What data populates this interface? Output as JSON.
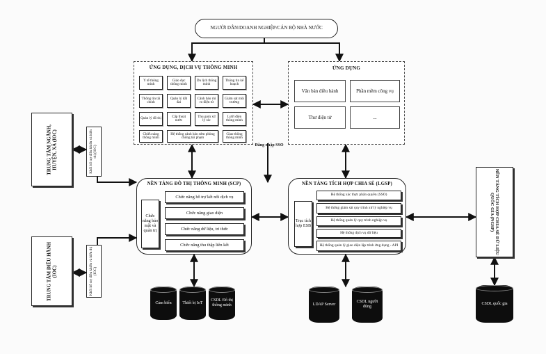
{
  "top_actor": "NGƯỜI DÂN/DOANH NGHIỆP/CÁN BỘ NHÀ NƯỚC",
  "smart_apps": {
    "title": "ỨNG DỤNG, DỊCH VỤ THÔNG MINH",
    "items": [
      "Y tế thông minh",
      "Giáo dục thông minh",
      "Du lịch thông minh",
      "Thông tin kế hoạch",
      "Thông tin tài chính",
      "Quản lý đất đai",
      "Cảnh báo rủi ro điện tử",
      "Giám sát môi trường",
      "Quản lý đô thị",
      "Cấp thoát nước",
      "Thu gom xử lý rác",
      "Lưới điện thông minh",
      "Chiếu sáng thông minh",
      "Hệ thống cảnh báo sớm phòng chống tội phạm",
      "Giao thông thông minh"
    ]
  },
  "apps": {
    "title": "ỨNG DỤNG",
    "items": [
      "Văn bản điều hành",
      "Phần mềm công vụ",
      "Thư điện tử",
      "..."
    ]
  },
  "sso_label": "Đăng nhập SSO",
  "left_centers": [
    {
      "title": "TRUNG TÂM NGÀNH, HUYỆN, XÃ (IOC)",
      "support": "Khối hỗ trợ điều khiển và hiển thị (IOC)"
    },
    {
      "title": "TRUNG TÂM ĐIỀU HÀNH (IOC)",
      "support": "Khối hỗ trợ điều khiển và hiển thị (IOC)"
    }
  ],
  "scp": {
    "title": "NỀN TẢNG ĐÔ THỊ THÔNG MINH (SCP)",
    "side": "Chức năng bảo mật và quản trị",
    "functions": [
      "Chức năng hỗ trợ kết nối dịch vụ",
      "Chức năng giao diện",
      "Chức năng dữ liệu, tri thức",
      "Chức năng thu thập liên kết"
    ]
  },
  "lgsp": {
    "title": "NỀN TẢNG TÍCH HỢP CHIA SẺ (LGSP)",
    "side": "Trục tích hợp ESB",
    "functions": [
      "Hệ thống xác thực phân quyền (SSO)",
      "Hệ thống giám sát quy trình xử lý nghiệp vụ",
      "Hệ thống quản lý quy trình nghiệp vụ",
      "Hệ thống dịch vụ dữ liệu",
      "Hệ thống quản lý giao diện lập trình ứng dụng - API"
    ]
  },
  "ngsp": "NỀN TẢNG TÍCH HỢP CHIA SẺ DỮ LIỆU QUỐC GIA (NGSP)",
  "db_scp": [
    "Cảm biến",
    "Thiết bị IoT",
    "CSDL Đô thị thông minh"
  ],
  "db_lgsp": [
    "LDAP Server",
    "CSDL người dùng"
  ],
  "db_ngsp": "CSDL quốc gia"
}
